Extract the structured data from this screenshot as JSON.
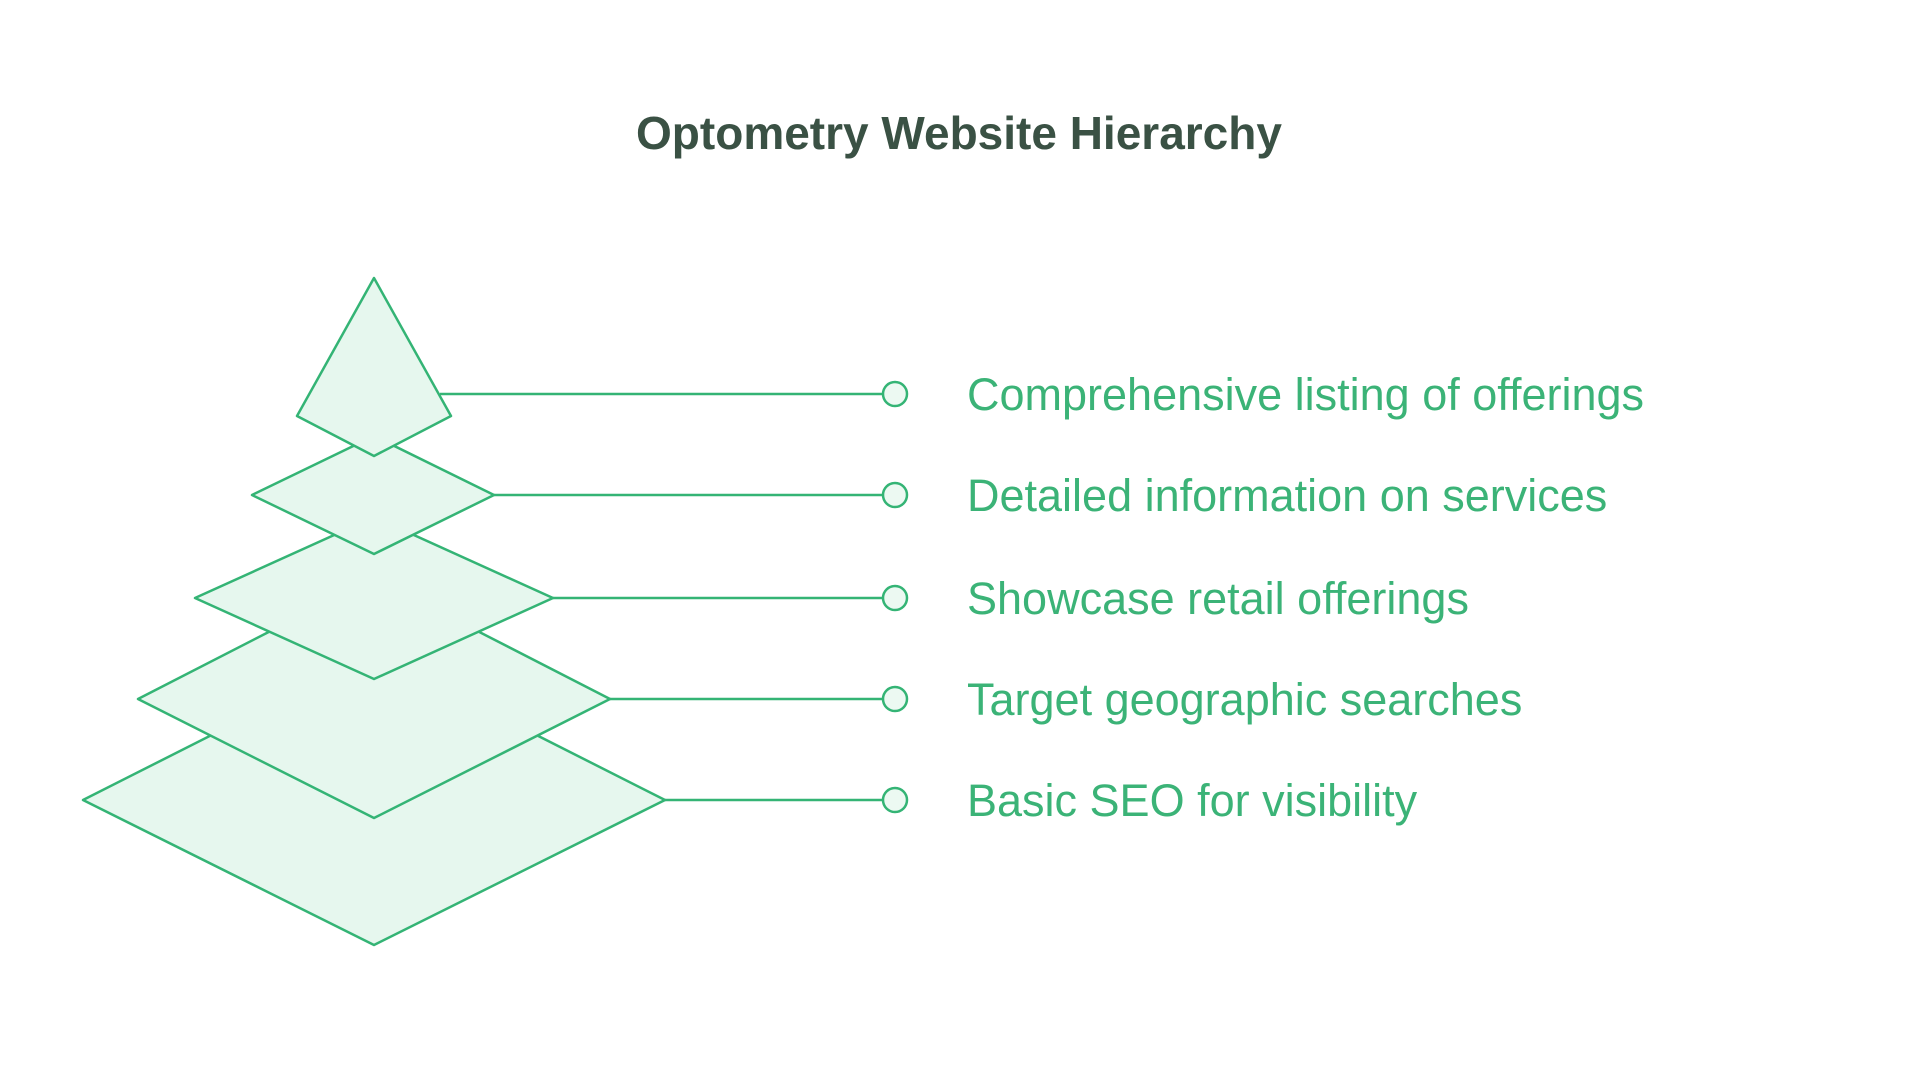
{
  "title": "Optometry Website Hierarchy",
  "levels": [
    {
      "label": "Comprehensive listing of offerings"
    },
    {
      "label": "Detailed information on services"
    },
    {
      "label": "Showcase retail offerings"
    },
    {
      "label": "Target geographic searches"
    },
    {
      "label": "Basic SEO for visibility"
    }
  ],
  "colors": {
    "background": "#ffffff",
    "shape_fill": "#e6f7ee",
    "shape_stroke": "#34b475",
    "connector": "#34b475",
    "connector_dot_fill": "#ecf9f2",
    "label_text": "#3bb377",
    "title_text": "#3a5144"
  }
}
